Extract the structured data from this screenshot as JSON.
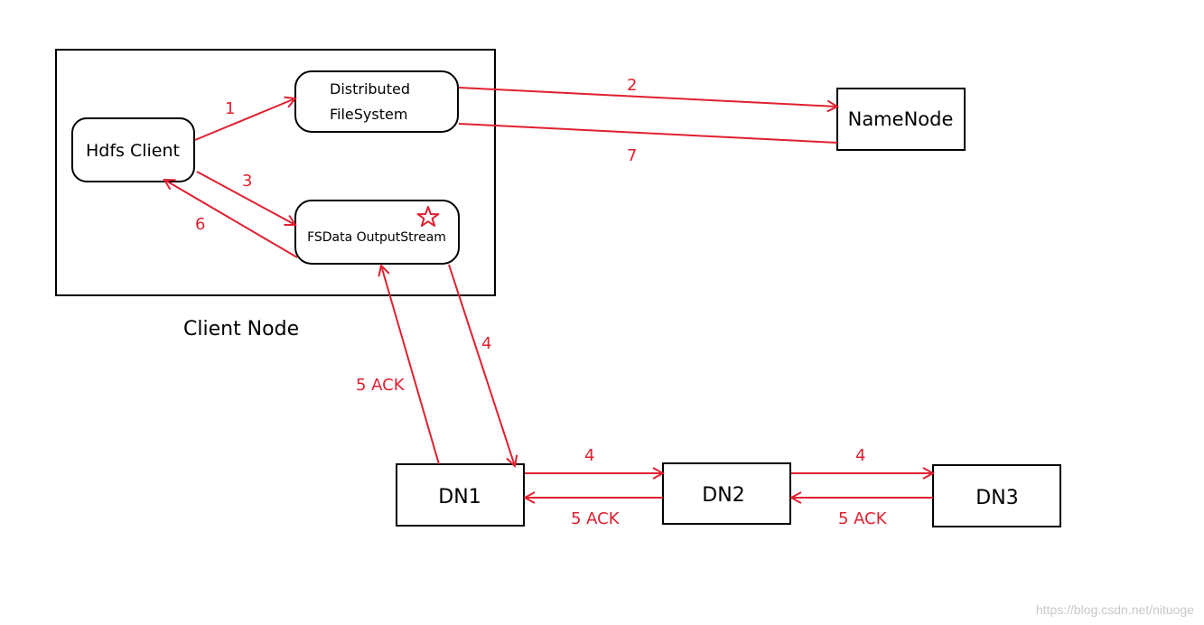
{
  "colors": {
    "accent": "#e02030",
    "stroke": "#000000",
    "background": "#ffffff",
    "watermark": "#c8c8c8"
  },
  "client_node": {
    "label": "Client Node"
  },
  "nodes": {
    "hdfs_client": "Hdfs Client",
    "distributed_filesystem": [
      "Distributed",
      "FileSystem"
    ],
    "fsdata_outputstream": "FSData OutputStream",
    "namenode": "NameNode",
    "dn1": "DN1",
    "dn2": "DN2",
    "dn3": "DN3"
  },
  "edges": {
    "step1": "1",
    "step2": "2",
    "step3": "3",
    "step4_stream_to_dn1": "4",
    "step4_dn1_to_dn2": "4",
    "step4_dn2_to_dn3": "4",
    "step5_dn1_to_stream": "5 ACK",
    "step5_dn2_to_dn1": "5 ACK",
    "step5_dn3_to_dn2": "5 ACK",
    "step6": "6",
    "step7": "7"
  },
  "icons": {
    "star": "star-icon"
  },
  "watermark": "https://blog.csdn.net/nituoge"
}
